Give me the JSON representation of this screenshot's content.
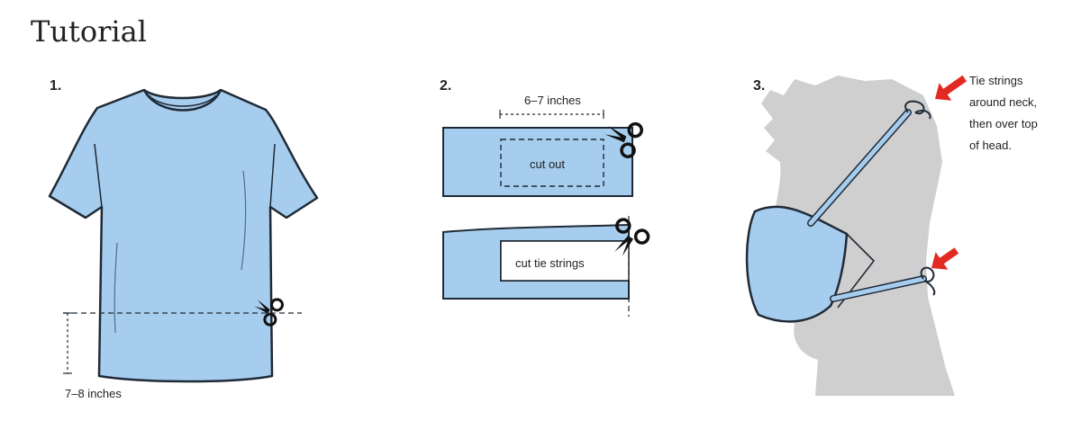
{
  "page": {
    "title": "Tutorial"
  },
  "colors": {
    "fabric": "#a6cdee",
    "outline": "#1f2a36",
    "head": "#cfcfcf",
    "arrow": "#e32a22"
  },
  "steps": [
    {
      "number": "1.",
      "measure_label": "7–8 inches",
      "icons": [
        "scissors-icon"
      ]
    },
    {
      "number": "2.",
      "measure_label": "6–7 inches",
      "cut_out_label": "cut out",
      "cut_tie_label": "cut tie strings",
      "icons": [
        "scissors-icon",
        "scissors-icon"
      ]
    },
    {
      "number": "3.",
      "instruction_lines": [
        "Tie strings",
        "around neck,",
        "then over top",
        "of head."
      ],
      "icons": [
        "red-arrow-icon",
        "red-arrow-icon"
      ]
    }
  ]
}
